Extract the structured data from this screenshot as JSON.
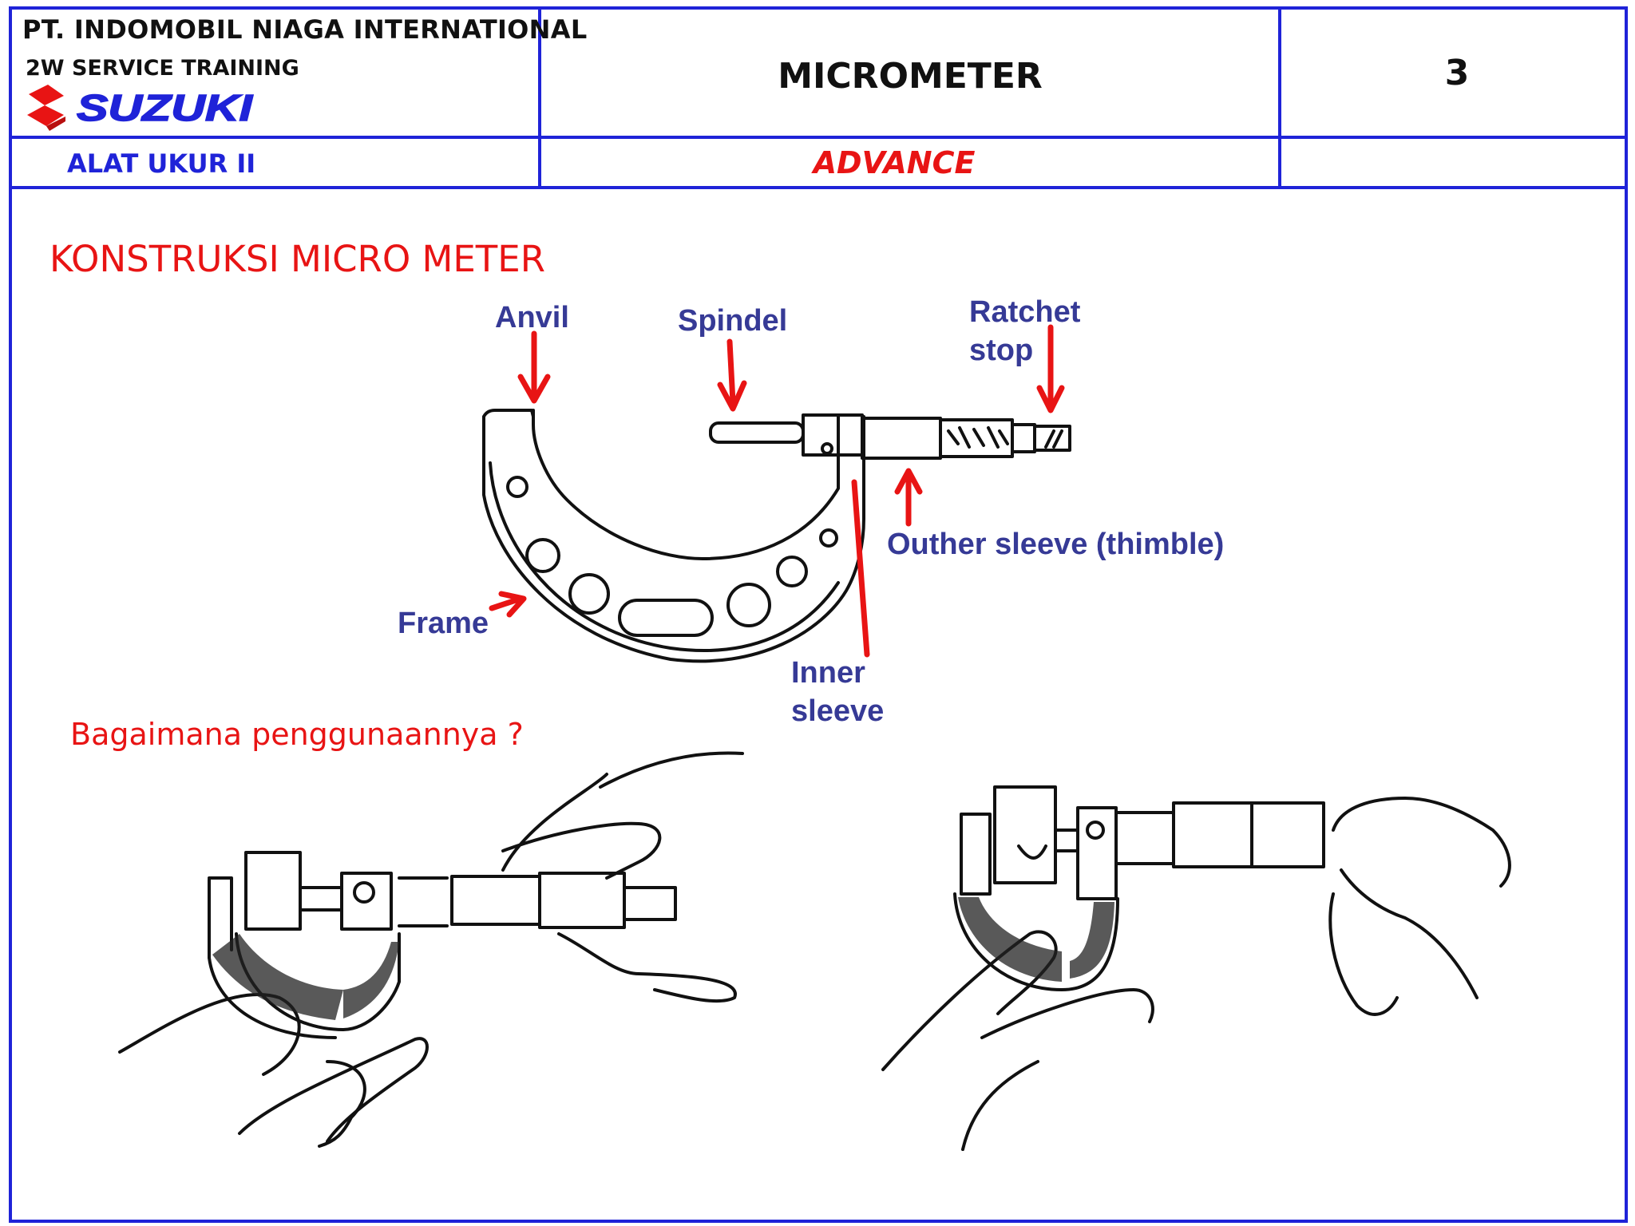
{
  "header": {
    "company": "PT. INDOMOBIL NIAGA INTERNATIONAL",
    "department": "2W SERVICE TRAINING",
    "brand": "SUZUKI",
    "title": "MICROMETER",
    "page_number": "3",
    "subject": "ALAT UKUR II",
    "level": "ADVANCE"
  },
  "content": {
    "construction_heading": "KONSTRUKSI MICRO METER",
    "usage_heading": "Bagaimana penggunaannya ?",
    "parts": {
      "anvil": "Anvil",
      "spindle": "Spindel",
      "ratchet_line1": "Ratchet",
      "ratchet_line2": "stop",
      "thimble": "Outher sleeve (thimble)",
      "frame": "Frame",
      "inner_line1": "Inner",
      "inner_line2": "sleeve"
    }
  },
  "colors": {
    "border_blue": "#1f23d8",
    "accent_red": "#e81414",
    "label_navy": "#363a96"
  }
}
